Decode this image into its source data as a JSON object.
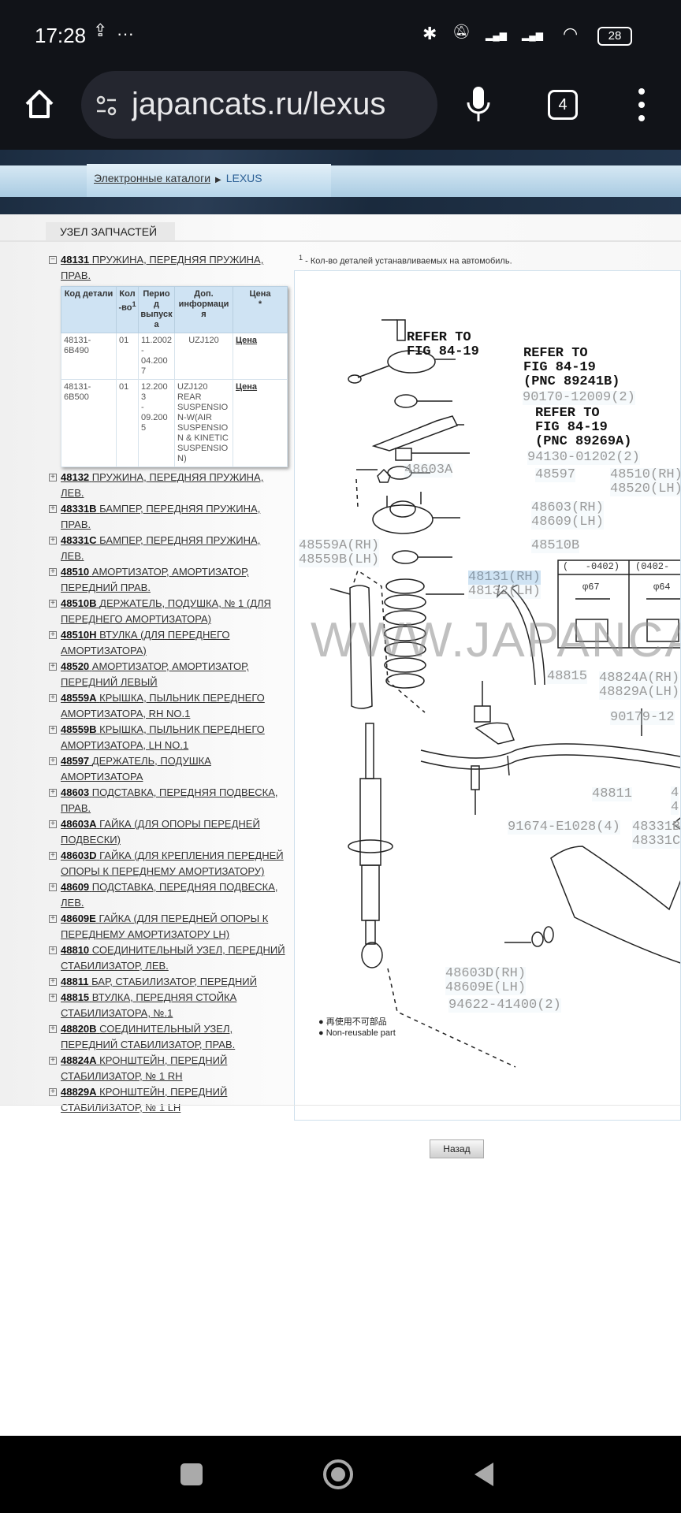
{
  "status": {
    "time": "17:28",
    "dots": "···",
    "battery": "28"
  },
  "browser": {
    "url": "japancats.ru/lexus",
    "tab_count": "4"
  },
  "breadcrumb": {
    "catalogs": "Электронные каталоги",
    "current": "LEXUS"
  },
  "section_tab": "УЗЕЛ ЗАПЧАСТЕЙ",
  "footnote": {
    "sup": "1",
    "text": " - Кол-во деталей устанавливаемых на автомобиль."
  },
  "expanded": {
    "code": "48131",
    "name": "ПРУЖИНА, ПЕРЕДНЯЯ ПРУЖИНА, ПРАВ."
  },
  "table": {
    "headers": [
      "Код детали",
      "Кол-во",
      "1",
      "Период выпуска",
      "Доп. информация",
      "Цена",
      "*"
    ],
    "rows": [
      {
        "code": "48131-6B490",
        "qty": "01",
        "from": "11.2002",
        "dash": "-",
        "to": "04.2007",
        "info": "UZJ120",
        "price": "Цена"
      },
      {
        "code": "48131-6B500",
        "qty": "01",
        "from": "12.2003",
        "dash": "-",
        "to": "09.2005",
        "info": "UZJ120 REAR SUSPENSION-W(AIR SUSPENSION & KINETIC SUSPENSION)",
        "price": "Цена"
      }
    ]
  },
  "items": [
    {
      "code": "48132",
      "name": "ПРУЖИНА, ПЕРЕДНЯЯ ПРУЖИНА, ЛЕВ."
    },
    {
      "code": "48331B",
      "name": "БАМПЕР, ПЕРЕДНЯЯ ПРУЖИНА, ПРАВ."
    },
    {
      "code": "48331C",
      "name": "БАМПЕР, ПЕРЕДНЯЯ ПРУЖИНА, ЛЕВ."
    },
    {
      "code": "48510",
      "name": "АМОРТИЗАТОР, АМОРТИЗАТОР, ПЕРЕДНИЙ ПРАВ."
    },
    {
      "code": "48510B",
      "name": "ДЕРЖАТЕЛЬ, ПОДУШКА, № 1 (ДЛЯ ПЕРЕДНЕГО АМОРТИЗАТОРА)"
    },
    {
      "code": "48510H",
      "name": "ВТУЛКА (ДЛЯ ПЕРЕДНЕГО АМОРТИЗАТОРА)"
    },
    {
      "code": "48520",
      "name": "АМОРТИЗАТОР, АМОРТИЗАТОР, ПЕРЕДНИЙ ЛЕВЫЙ"
    },
    {
      "code": "48559A",
      "name": "КРЫШКА, ПЫЛЬНИК ПЕРЕДНЕГО АМОРТИЗАТОРА, RH NO.1"
    },
    {
      "code": "48559B",
      "name": "КРЫШКА, ПЫЛЬНИК ПЕРЕДНЕГО АМОРТИЗАТОРА, LH NO.1"
    },
    {
      "code": "48597",
      "name": "ДЕРЖАТЕЛЬ, ПОДУШКА АМОРТИЗАТОРА"
    },
    {
      "code": "48603",
      "name": "ПОДСТАВКА, ПЕРЕДНЯЯ ПОДВЕСКА, ПРАВ."
    },
    {
      "code": "48603A",
      "name": "ГАЙКА (ДЛЯ ОПОРЫ ПЕРЕДНЕЙ ПОДВЕСКИ)"
    },
    {
      "code": "48603D",
      "name": "ГАЙКА (ДЛЯ КРЕПЛЕНИЯ ПЕРЕДНЕЙ ОПОРЫ К ПЕРЕДНЕМУ АМОРТИЗАТОРУ)"
    },
    {
      "code": "48609",
      "name": "ПОДСТАВКА, ПЕРЕДНЯЯ ПОДВЕСКА, ЛЕВ."
    },
    {
      "code": "48609E",
      "name": "ГАЙКА (ДЛЯ ПЕРЕДНЕЙ ОПОРЫ К ПЕРЕДНЕМУ АМОРТИЗАТОРУ LH)"
    },
    {
      "code": "48810",
      "name": "СОЕДИНИТЕЛЬНЫЙ УЗЕЛ, ПЕРЕДНИЙ СТАБИЛИЗАТОР, ЛЕВ."
    },
    {
      "code": "48811",
      "name": "БАР, СТАБИЛИЗАТОР, ПЕРЕДНИЙ"
    },
    {
      "code": "48815",
      "name": "ВТУЛКА, ПЕРЕДНЯЯ СТОЙКА СТАБИЛИЗАТОРА, №.1"
    },
    {
      "code": "48820B",
      "name": "СОЕДИНИТЕЛЬНЫЙ УЗЕЛ, ПЕРЕДНИЙ СТАБИЛИЗАТОР, ПРАВ."
    },
    {
      "code": "48824A",
      "name": "КРОНШТЕЙН, ПЕРЕДНИЙ СТАБИЛИЗАТОР, № 1 RH"
    },
    {
      "code": "48829A",
      "name": "КРОНШТЕЙН, ПЕРЕДНИЙ СТАБИЛИЗАТОР, № 1 LH"
    }
  ],
  "diagram": {
    "refer1": "REFER TO\nFIG 84-19",
    "refer2": "REFER TO\nFIG 84-19\n(PNC 89241B)",
    "p90170": "90170-12009(2)",
    "refer3": "REFER TO\nFIG 84-19\n(PNC 89269A)",
    "p94130": "94130-01202(2)",
    "p48603A": "48603A",
    "p48597": "48597",
    "p48510": "48510(RH)\n48520(LH)",
    "p48603": "48603(RH)\n48609(LH)",
    "p48510B": "48510B",
    "p48131": "48131(RH)",
    "p48132": "48132(LH)",
    "p48559": "48559A(RH)\n48559B(LH)",
    "box_left": "(   -0402)",
    "box_right": "(0402-",
    "d67": "φ67",
    "d64": "φ64",
    "watermark": "WWW.JAPANCA",
    "p48815": "48815",
    "p48824": "48824A(RH)\n48829A(LH)",
    "p90179": "90179-12",
    "p48811": "48811",
    "p91674": "91674-E1028(4)",
    "p48331": "48331B\n48331C",
    "p48_cut": "4\n4",
    "p48603D": "48603D(RH)\n48609E(LH)",
    "p94622": "94622-41400(2)",
    "legend_jp": "再使用不可部品",
    "legend_en": "Non-reusable part"
  },
  "back_button": "Назад"
}
